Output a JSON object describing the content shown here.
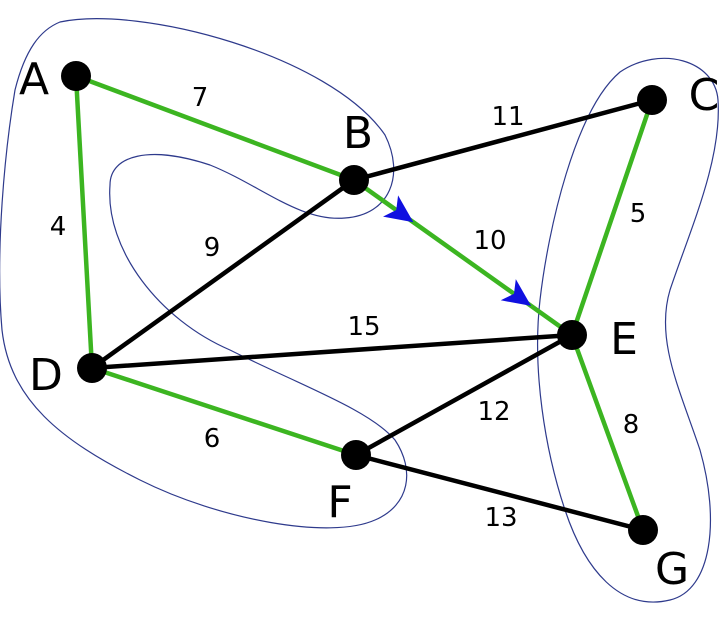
{
  "colors": {
    "tree_edge": "#3cb521",
    "plain_edge": "#000000",
    "arrow": "#1010e0",
    "cluster": "#2e3a8c",
    "node": "#000000"
  },
  "nodes": [
    {
      "id": "A",
      "label": "A"
    },
    {
      "id": "B",
      "label": "B"
    },
    {
      "id": "C",
      "label": "C"
    },
    {
      "id": "D",
      "label": "D"
    },
    {
      "id": "E",
      "label": "E"
    },
    {
      "id": "F",
      "label": "F"
    },
    {
      "id": "G",
      "label": "G"
    }
  ],
  "edges": [
    {
      "from": "A",
      "to": "B",
      "weight": "7",
      "tree": true
    },
    {
      "from": "A",
      "to": "D",
      "weight": "4",
      "tree": true
    },
    {
      "from": "B",
      "to": "C",
      "weight": "11",
      "tree": false
    },
    {
      "from": "B",
      "to": "D",
      "weight": "9",
      "tree": false
    },
    {
      "from": "B",
      "to": "E",
      "weight": "10",
      "tree": true
    },
    {
      "from": "C",
      "to": "E",
      "weight": "5",
      "tree": true
    },
    {
      "from": "D",
      "to": "E",
      "weight": "15",
      "tree": false
    },
    {
      "from": "D",
      "to": "F",
      "weight": "6",
      "tree": true
    },
    {
      "from": "E",
      "to": "F",
      "weight": "12",
      "tree": false
    },
    {
      "from": "E",
      "to": "G",
      "weight": "8",
      "tree": true
    },
    {
      "from": "F",
      "to": "G",
      "weight": "13",
      "tree": false
    }
  ],
  "arrows_on_edge": {
    "from": "B",
    "to": "E",
    "count": 2
  },
  "clusters": [
    {
      "members": [
        "A",
        "B",
        "D",
        "F"
      ]
    },
    {
      "members": [
        "C",
        "E",
        "G"
      ]
    }
  ]
}
